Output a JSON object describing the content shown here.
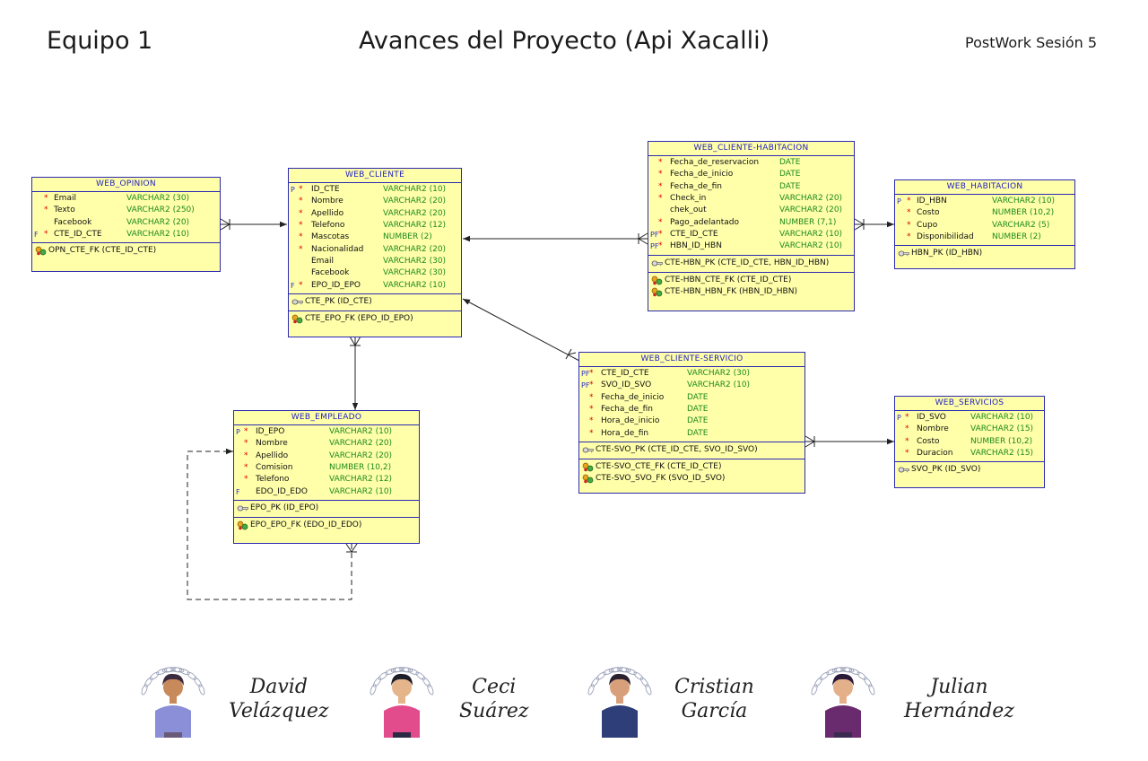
{
  "header": {
    "left": "Equipo 1",
    "center": "Avances del Proyecto (Api Xacalli)",
    "right": "PostWork Sesión 5"
  },
  "entities": {
    "opinion": {
      "title": "WEB_OPINION",
      "cols": [
        {
          "flag": "",
          "req": true,
          "name": "Email",
          "type": "VARCHAR2 (30)"
        },
        {
          "flag": "",
          "req": true,
          "name": "Texto",
          "type": "VARCHAR2 (250)"
        },
        {
          "flag": "",
          "req": false,
          "name": "Facebook",
          "type": "VARCHAR2 (20)"
        },
        {
          "flag": "F",
          "req": true,
          "name": "CTE_ID_CTE",
          "type": "VARCHAR2 (10)"
        }
      ],
      "pks": [],
      "fks": [
        "OPN_CTE_FK (CTE_ID_CTE)"
      ]
    },
    "cliente": {
      "title": "WEB_CLIENTE",
      "cols": [
        {
          "flag": "P",
          "req": true,
          "name": "ID_CTE",
          "type": "VARCHAR2 (10)"
        },
        {
          "flag": "",
          "req": true,
          "name": "Nombre",
          "type": "VARCHAR2 (20)"
        },
        {
          "flag": "",
          "req": true,
          "name": "Apellido",
          "type": "VARCHAR2 (20)"
        },
        {
          "flag": "",
          "req": true,
          "name": "Telefono",
          "type": "VARCHAR2 (12)"
        },
        {
          "flag": "",
          "req": true,
          "name": "Mascotas",
          "type": "NUMBER (2)"
        },
        {
          "flag": "",
          "req": true,
          "name": "Nacionalidad",
          "type": "VARCHAR2 (20)"
        },
        {
          "flag": "",
          "req": false,
          "name": "Email",
          "type": "VARCHAR2 (30)"
        },
        {
          "flag": "",
          "req": false,
          "name": "Facebook",
          "type": "VARCHAR2 (30)"
        },
        {
          "flag": "F",
          "req": true,
          "name": "EPO_ID_EPO",
          "type": "VARCHAR2 (10)"
        }
      ],
      "pks": [
        "CTE_PK (ID_CTE)"
      ],
      "fks": [
        "CTE_EPO_FK (EPO_ID_EPO)"
      ]
    },
    "cliente_habitacion": {
      "title": "WEB_CLIENTE-HABITACION",
      "cols": [
        {
          "flag": "",
          "req": true,
          "name": "Fecha_de_reservacion",
          "type": "DATE"
        },
        {
          "flag": "",
          "req": true,
          "name": "Fecha_de_inicio",
          "type": "DATE"
        },
        {
          "flag": "",
          "req": true,
          "name": "Fecha_de_fin",
          "type": "DATE"
        },
        {
          "flag": "",
          "req": true,
          "name": "Check_in",
          "type": "VARCHAR2 (20)"
        },
        {
          "flag": "",
          "req": false,
          "name": "chek_out",
          "type": "VARCHAR2 (20)"
        },
        {
          "flag": "",
          "req": true,
          "name": "Pago_adelantado",
          "type": "NUMBER (7,1)"
        },
        {
          "flag": "PF",
          "req": true,
          "name": "CTE_ID_CTE",
          "type": "VARCHAR2 (10)"
        },
        {
          "flag": "PF",
          "req": true,
          "name": "HBN_ID_HBN",
          "type": "VARCHAR2 (10)"
        }
      ],
      "pks": [
        "CTE-HBN_PK (CTE_ID_CTE, HBN_ID_HBN)"
      ],
      "fks": [
        "CTE-HBN_CTE_FK (CTE_ID_CTE)",
        "CTE-HBN_HBN_FK (HBN_ID_HBN)"
      ]
    },
    "habitacion": {
      "title": "WEB_HABITACION",
      "cols": [
        {
          "flag": "P",
          "req": true,
          "name": "ID_HBN",
          "type": "VARCHAR2 (10)"
        },
        {
          "flag": "",
          "req": true,
          "name": "Costo",
          "type": "NUMBER (10,2)"
        },
        {
          "flag": "",
          "req": true,
          "name": "Cupo",
          "type": "VARCHAR2 (5)"
        },
        {
          "flag": "",
          "req": true,
          "name": "Disponibilidad",
          "type": "NUMBER (2)"
        }
      ],
      "pks": [
        "HBN_PK (ID_HBN)"
      ],
      "fks": []
    },
    "empleado": {
      "title": "WEB_EMPLEADO",
      "cols": [
        {
          "flag": "P",
          "req": true,
          "name": "ID_EPO",
          "type": "VARCHAR2 (10)"
        },
        {
          "flag": "",
          "req": true,
          "name": "Nombre",
          "type": "VARCHAR2 (20)"
        },
        {
          "flag": "",
          "req": true,
          "name": "Apellido",
          "type": "VARCHAR2 (20)"
        },
        {
          "flag": "",
          "req": true,
          "name": "Comision",
          "type": "NUMBER (10,2)"
        },
        {
          "flag": "",
          "req": true,
          "name": "Telefono",
          "type": "VARCHAR2 (12)"
        },
        {
          "flag": "F",
          "req": false,
          "name": "EDO_ID_EDO",
          "type": "VARCHAR2 (10)"
        }
      ],
      "pks": [
        "EPO_PK (ID_EPO)"
      ],
      "fks": [
        "EPO_EPO_FK (EDO_ID_EDO)"
      ]
    },
    "cliente_servicio": {
      "title": "WEB_CLIENTE-SERVICIO",
      "cols": [
        {
          "flag": "PF",
          "req": true,
          "name": "CTE_ID_CTE",
          "type": "VARCHAR2 (30)"
        },
        {
          "flag": "PF",
          "req": true,
          "name": "SVO_ID_SVO",
          "type": "VARCHAR2 (10)"
        },
        {
          "flag": "",
          "req": true,
          "name": "Fecha_de_inicio",
          "type": "DATE"
        },
        {
          "flag": "",
          "req": true,
          "name": "Fecha_de_fin",
          "type": "DATE"
        },
        {
          "flag": "",
          "req": true,
          "name": "Hora_de_inicio",
          "type": "DATE"
        },
        {
          "flag": "",
          "req": true,
          "name": "Hora_de_fin",
          "type": "DATE"
        }
      ],
      "pks": [
        "CTE-SVO_PK (CTE_ID_CTE, SVO_ID_SVO)"
      ],
      "fks": [
        "CTE-SVO_CTE_FK (CTE_ID_CTE)",
        "CTE-SVO_SVO_FK (SVO_ID_SVO)"
      ]
    },
    "servicios": {
      "title": "WEB_SERVICIOS",
      "cols": [
        {
          "flag": "P",
          "req": true,
          "name": "ID_SVO",
          "type": "VARCHAR2 (10)"
        },
        {
          "flag": "",
          "req": true,
          "name": "Nombre",
          "type": "VARCHAR2 (15)"
        },
        {
          "flag": "",
          "req": true,
          "name": "Costo",
          "type": "NUMBER (10,2)"
        },
        {
          "flag": "",
          "req": true,
          "name": "Duracion",
          "type": "VARCHAR2 (15)"
        }
      ],
      "pks": [
        "SVO_PK (ID_SVO)"
      ],
      "fks": []
    }
  },
  "team": [
    {
      "first": "David",
      "last": "Velázquez",
      "shirt": "#8a8fd8",
      "skin": "#c88a5a",
      "hair": "#3a2a40",
      "pants": "#6a5a7a"
    },
    {
      "first": "Ceci",
      "last": "Suárez",
      "shirt": "#e24c8c",
      "skin": "#e4b48a",
      "hair": "#1e1e2a",
      "pants": "#2a2a44"
    },
    {
      "first": "Cristian",
      "last": "García",
      "shirt": "#2e3e78",
      "skin": "#d8a07a",
      "hair": "#2a2030",
      "pants": "#2e3e78"
    },
    {
      "first": "Julian",
      "last": "Hernández",
      "shirt": "#6a2a6e",
      "skin": "#e4b08a",
      "hair": "#2a1a3a",
      "pants": "#3a2a50"
    }
  ],
  "colors": {
    "entity_bg": "#ffffaa",
    "entity_border": "#2a2ab0",
    "title_text": "#2121c0",
    "type_text": "#1d8a1d",
    "required_star": "#e00000"
  }
}
